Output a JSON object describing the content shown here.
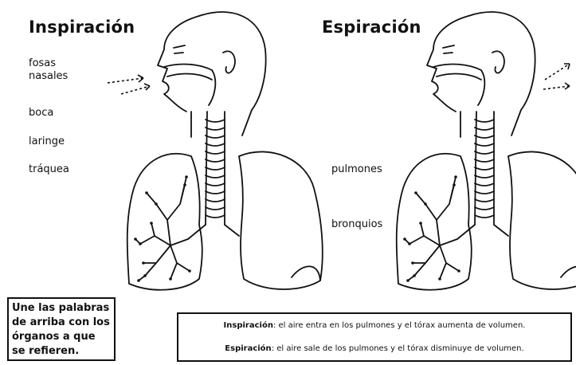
{
  "left_panel": {
    "title": "Inspiración",
    "labels": [
      "fosas nasales",
      "boca",
      "laringe",
      "tráquea"
    ]
  },
  "right_panel": {
    "title": "Espiración",
    "labels": [
      "pulmones",
      "bronquios"
    ]
  },
  "instruction": "Une las palabras de arriba con los órganos a que se refieren.",
  "definitions": [
    {
      "term": "Inspiración",
      "text": ": el aire entra en los pulmones y el tórax aumenta de volumen."
    },
    {
      "term": "Espiración",
      "text": ": el aire sale de los pulmones y el tórax disminuye de volumen."
    }
  ]
}
